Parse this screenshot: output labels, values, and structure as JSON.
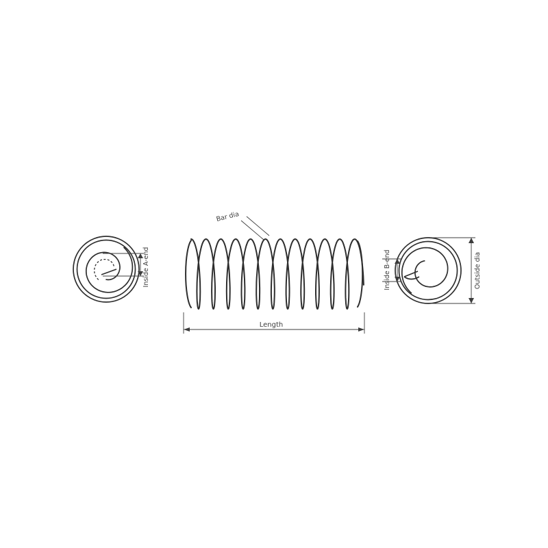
{
  "diagram": {
    "labels": {
      "bar_dia": "Bar dia",
      "length": "Length",
      "inside_a_end": "Inside A-end",
      "inside_b_end": "Inside B-end",
      "outside_dia": "Outside dia"
    }
  }
}
